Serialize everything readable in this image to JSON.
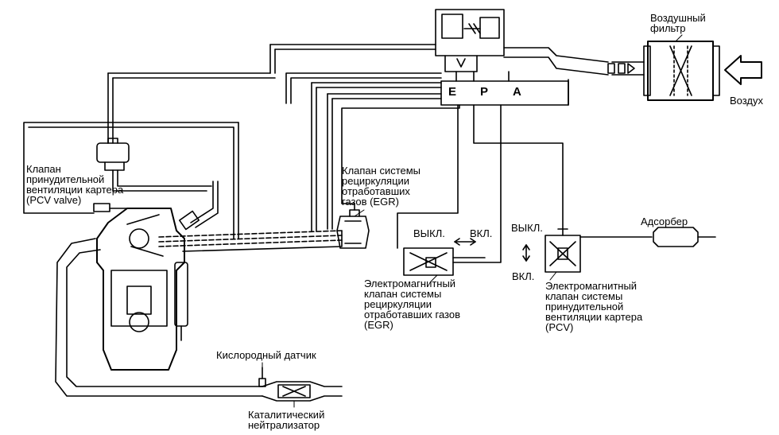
{
  "labels": {
    "air_filter": [
      "Воздушный",
      "фильтр"
    ],
    "air": "Воздух",
    "pcv_valve": [
      "Клапан",
      "принудительной",
      "вентиляции картера",
      "(PCV valve)"
    ],
    "egr_valve": [
      "Клапан системы",
      "рециркуляции",
      "отработавших",
      "газов (EGR)"
    ],
    "egr_off": "ВЫКЛ.",
    "egr_on": "ВКЛ.",
    "pcv_off": "ВЫКЛ.",
    "pcv_on": "ВКЛ.",
    "adsorber": "Адсорбер",
    "egr_solenoid": [
      "Электромагнитный",
      "клапан системы",
      "рециркуляции",
      "отработавших газов",
      "(EGR)"
    ],
    "pcv_solenoid": [
      "Электромагнитный",
      "клапан системы",
      "принудительной",
      "вентиляции картера",
      "(PCV)"
    ],
    "oxygen_sensor": "Кислородный датчик",
    "catalytic": [
      "Каталитический",
      "нейтрализатор"
    ]
  },
  "ports": {
    "e": "E",
    "p": "P",
    "a": "A"
  },
  "colors": {
    "line": "#000000",
    "background": "#ffffff"
  }
}
